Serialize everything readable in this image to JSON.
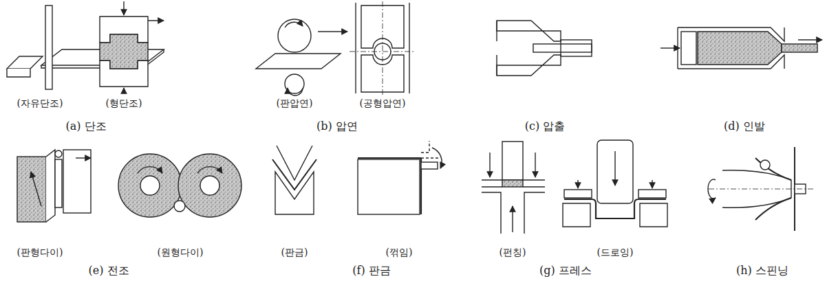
{
  "diagram": {
    "labels": [
      "(자유단조)",
      "(형단조)",
      "(a) 단조",
      "(판압연)",
      "(공형압연)",
      "(b) 압연",
      "(c) 압출",
      "(d) 인발",
      "(판형다이)",
      "(원형다이)",
      "(e) 전조",
      "(판금)",
      "(꺾임)",
      "(f) 판금",
      "(펀칭)",
      "(드로잉)",
      "(g) 프레스",
      "(h) 스핀닝"
    ]
  }
}
